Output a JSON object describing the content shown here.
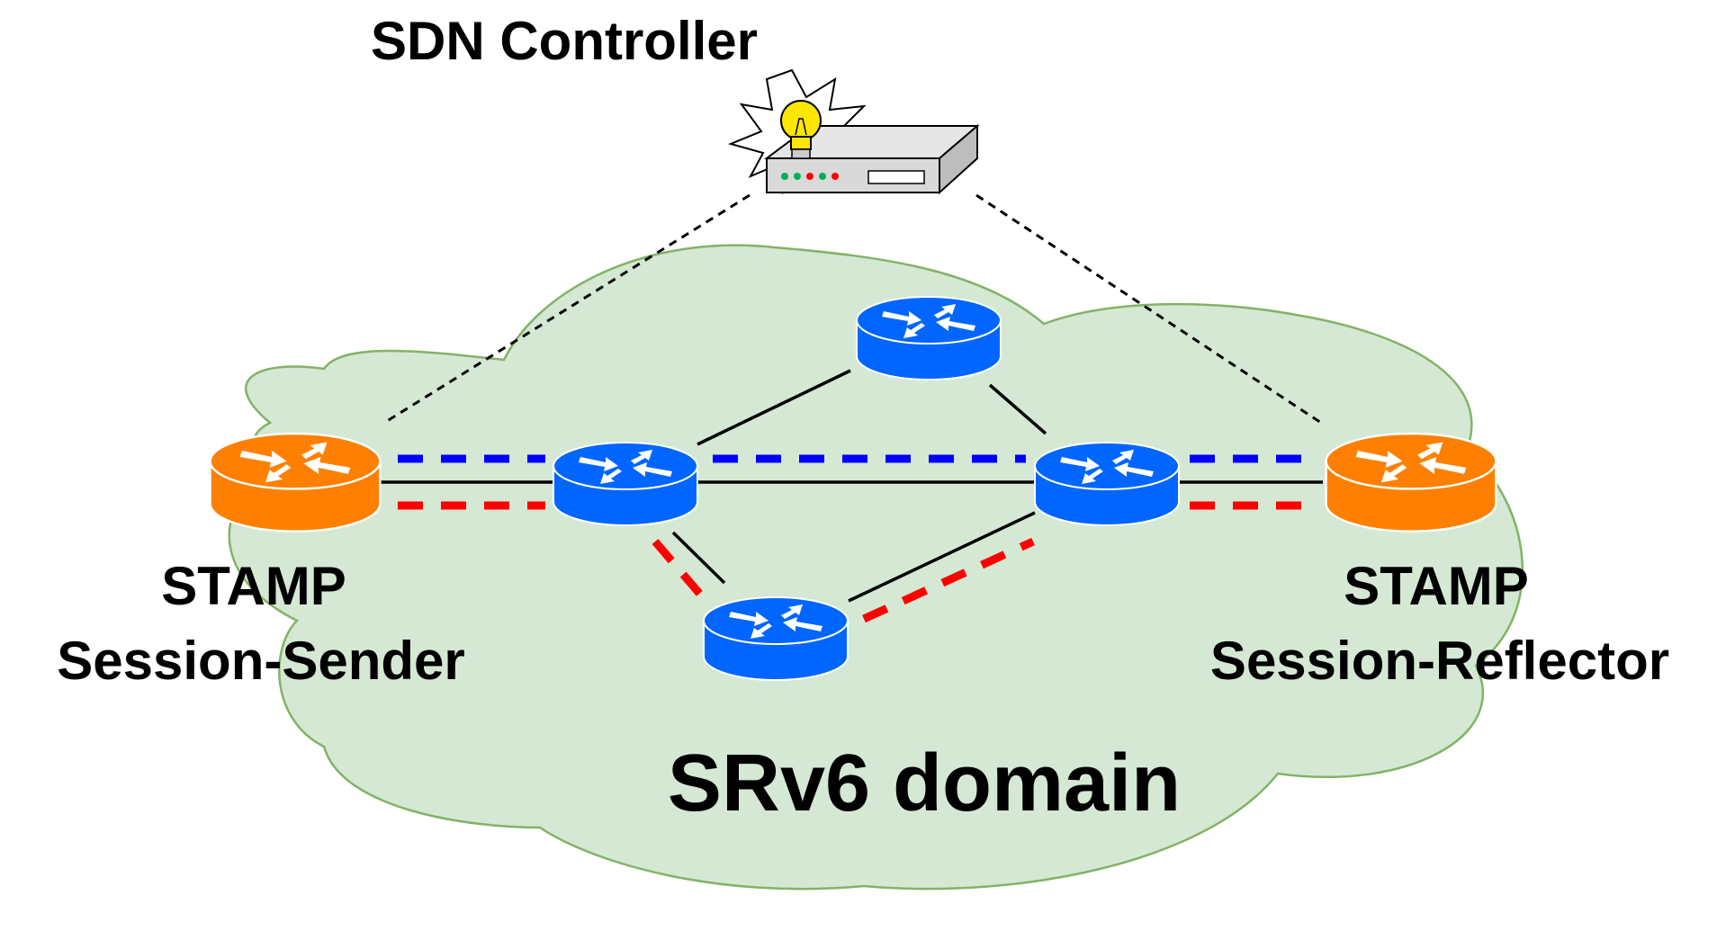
{
  "controller": {
    "title": "SDN Controller",
    "icon": "sdn-controller-lightbulb-server-icon"
  },
  "domain": {
    "label": "SRv6 domain",
    "cloud_fill": "#d5e8d4",
    "cloud_stroke": "#82b366"
  },
  "sender": {
    "line1": "STAMP",
    "line2": "Session-Sender",
    "color": "#ff8000"
  },
  "reflector": {
    "line1": "STAMP",
    "line2": "Session-Reflector",
    "color": "#ff8000"
  },
  "routers": {
    "core_color": "#0066ff",
    "icon": "router-icon"
  },
  "paths": {
    "blue_path_color": "#0000ff",
    "red_path_color": "#ff0000",
    "control_link_color": "#000000"
  }
}
